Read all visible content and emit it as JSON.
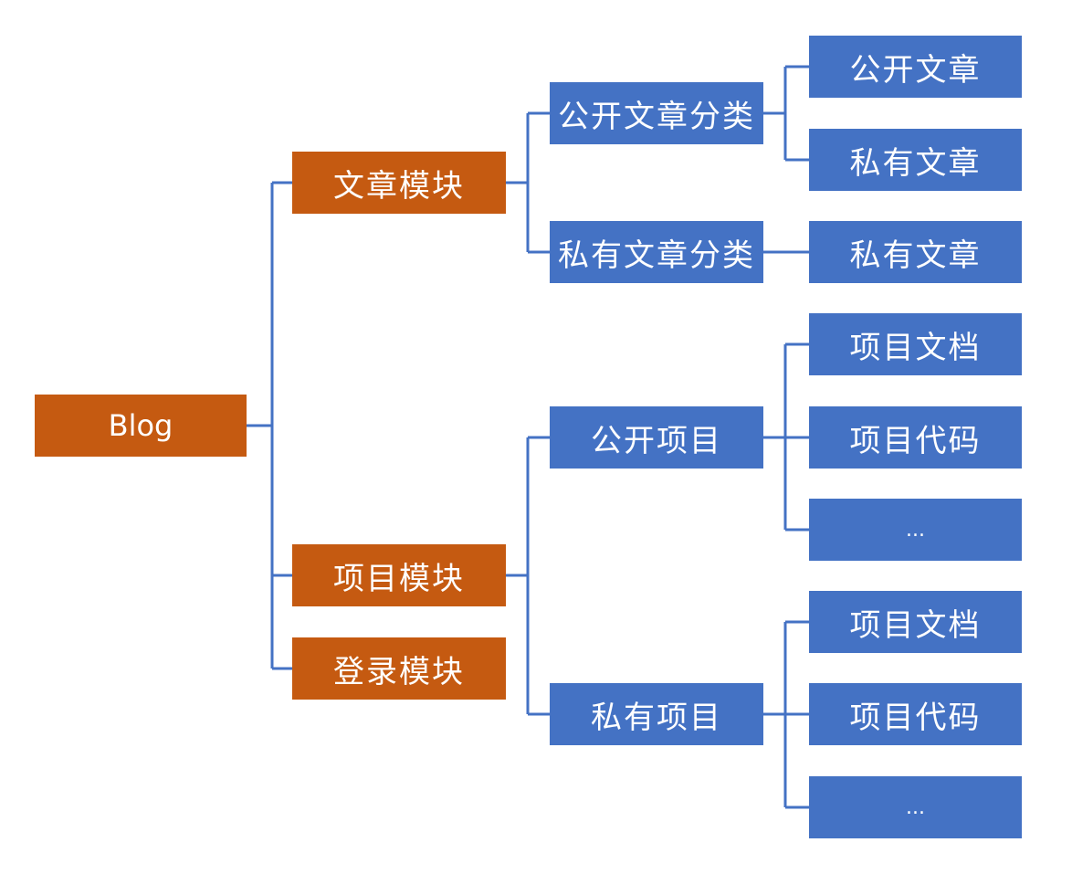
{
  "root": {
    "label": "Blog"
  },
  "modules": [
    {
      "label": "文章模块",
      "children": [
        {
          "label": "公开文章分类",
          "children": [
            "公开文章",
            "私有文章"
          ]
        },
        {
          "label": "私有文章分类",
          "children": [
            "私有文章"
          ]
        }
      ]
    },
    {
      "label": "项目模块",
      "children": [
        {
          "label": "公开项目",
          "children": [
            "项目文档",
            "项目代码",
            "..."
          ]
        },
        {
          "label": "私有项目",
          "children": [
            "项目文档",
            "项目代码",
            "..."
          ]
        }
      ]
    },
    {
      "label": "登录模块",
      "children": []
    }
  ],
  "colors": {
    "primary_node": "#c55a11",
    "secondary_node": "#4472c4",
    "connector": "#4472c4",
    "text": "#ffffff"
  }
}
